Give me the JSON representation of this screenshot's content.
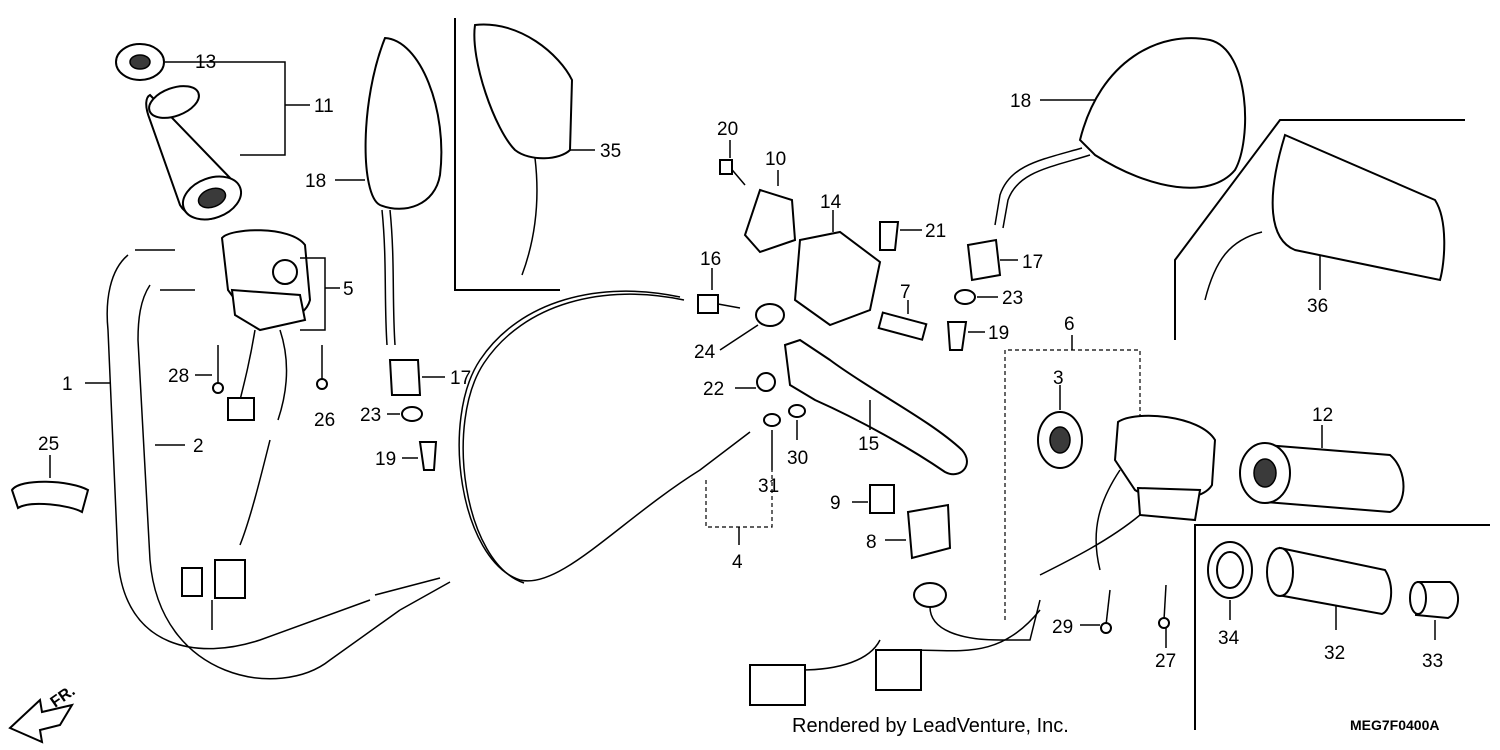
{
  "diagram": {
    "callouts": {
      "c1": "1",
      "c2": "2",
      "c3": "3",
      "c4": "4",
      "c5": "5",
      "c6": "6",
      "c7": "7",
      "c8": "8",
      "c9": "9",
      "c10": "10",
      "c11": "11",
      "c12": "12",
      "c13": "13",
      "c14": "14",
      "c15": "15",
      "c16": "16",
      "c17a": "17",
      "c17b": "17",
      "c18a": "18",
      "c18b": "18",
      "c19a": "19",
      "c19b": "19",
      "c20": "20",
      "c21": "21",
      "c22": "22",
      "c23a": "23",
      "c23b": "23",
      "c24": "24",
      "c25": "25",
      "c26": "26",
      "c27": "27",
      "c28": "28",
      "c29": "29",
      "c30": "30",
      "c31": "31",
      "c32": "32",
      "c33": "33",
      "c34": "34",
      "c35": "35",
      "c36": "36"
    },
    "direction_label": "FR.",
    "footer_text": "Rendered by LeadVenture, Inc.",
    "diagram_code": "MEG7F0400A"
  }
}
